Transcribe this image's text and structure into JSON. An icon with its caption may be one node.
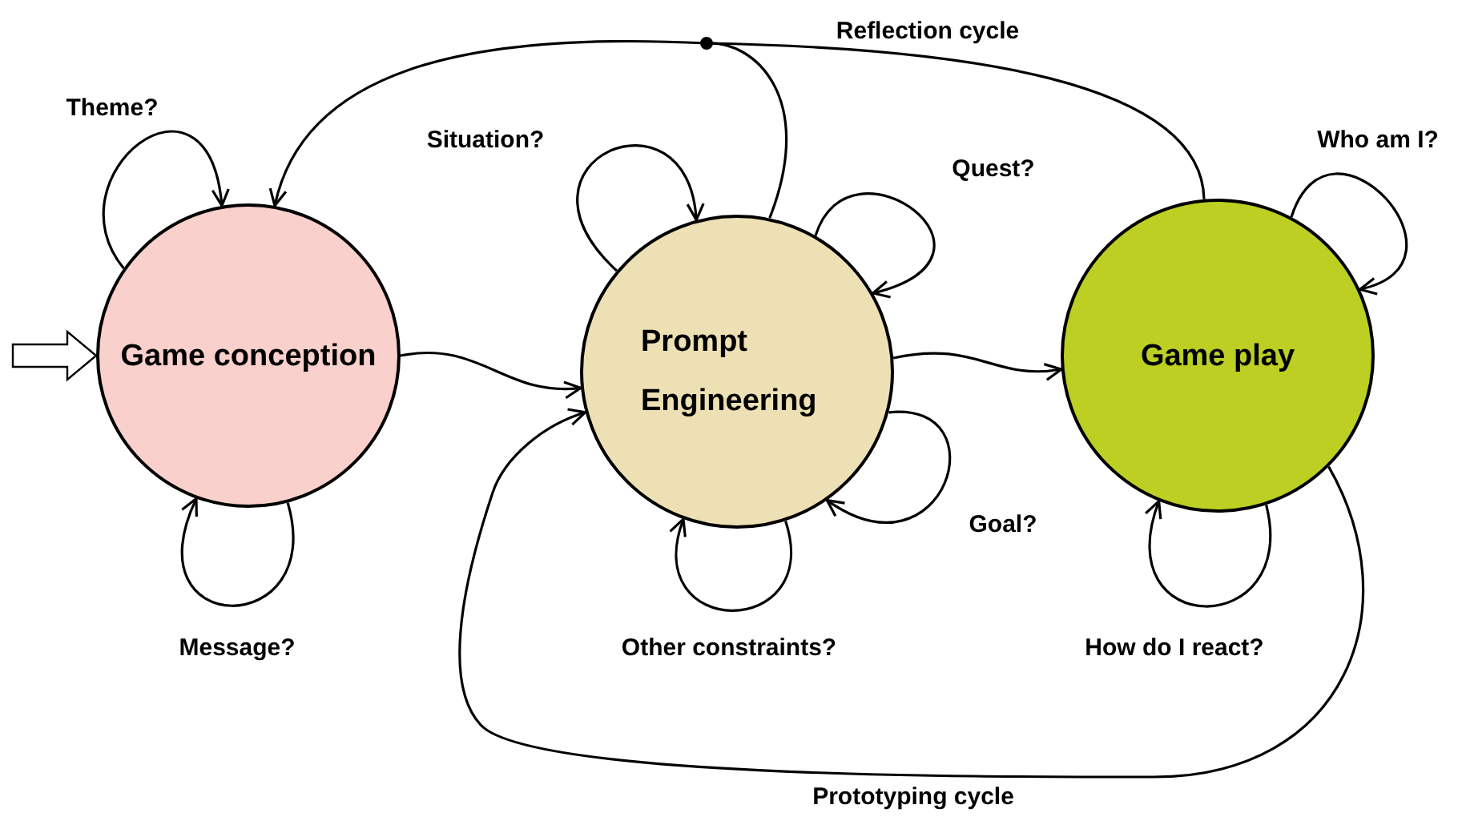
{
  "diagram": {
    "nodes": [
      {
        "text": [
          "Game conception"
        ]
      },
      {
        "text": [
          "Prompt Engineering"
        ]
      },
      {
        "text": [
          "Game play"
        ]
      },
      {
        "text": [],
        "shape": "circle"
      }
    ],
    "edges": [
      {
        "from": null,
        "to": 0,
        "arrow": "to"
      },
      {
        "from": 0,
        "to": 1,
        "arrow": "to"
      },
      {
        "from": 1,
        "to": 2,
        "arrow": "to"
      },
      {
        "from": 0,
        "to": 0,
        "arrow": "to",
        "label": "Theme?"
      },
      {
        "from": 0,
        "to": 0,
        "arrow": "to",
        "label": "Message?"
      },
      {
        "from": 1,
        "to": 1,
        "arrow": "to",
        "label": "Situation?"
      },
      {
        "from": 1,
        "to": 1,
        "arrow": "to",
        "label": "Quest?"
      },
      {
        "from": 1,
        "to": 1,
        "arrow": "to",
        "label": "Goal?"
      },
      {
        "from": 1,
        "to": 1,
        "arrow": "to",
        "label": "Other constraints?"
      },
      {
        "from": 2,
        "to": 2,
        "arrow": "to",
        "label": "Who am I?"
      },
      {
        "from": 2,
        "to": 2,
        "arrow": "to",
        "label": "How do I react?"
      },
      {
        "from": 2,
        "to": 3,
        "arrow": "none",
        "label": "Reflection cycle"
      },
      {
        "from": 1,
        "to": 3,
        "arrow": "none"
      },
      {
        "from": 3,
        "to": 0,
        "arrow": "to"
      },
      {
        "from": 2,
        "to": 1,
        "arrow": "to",
        "label": "Prototyping cycle"
      }
    ]
  }
}
